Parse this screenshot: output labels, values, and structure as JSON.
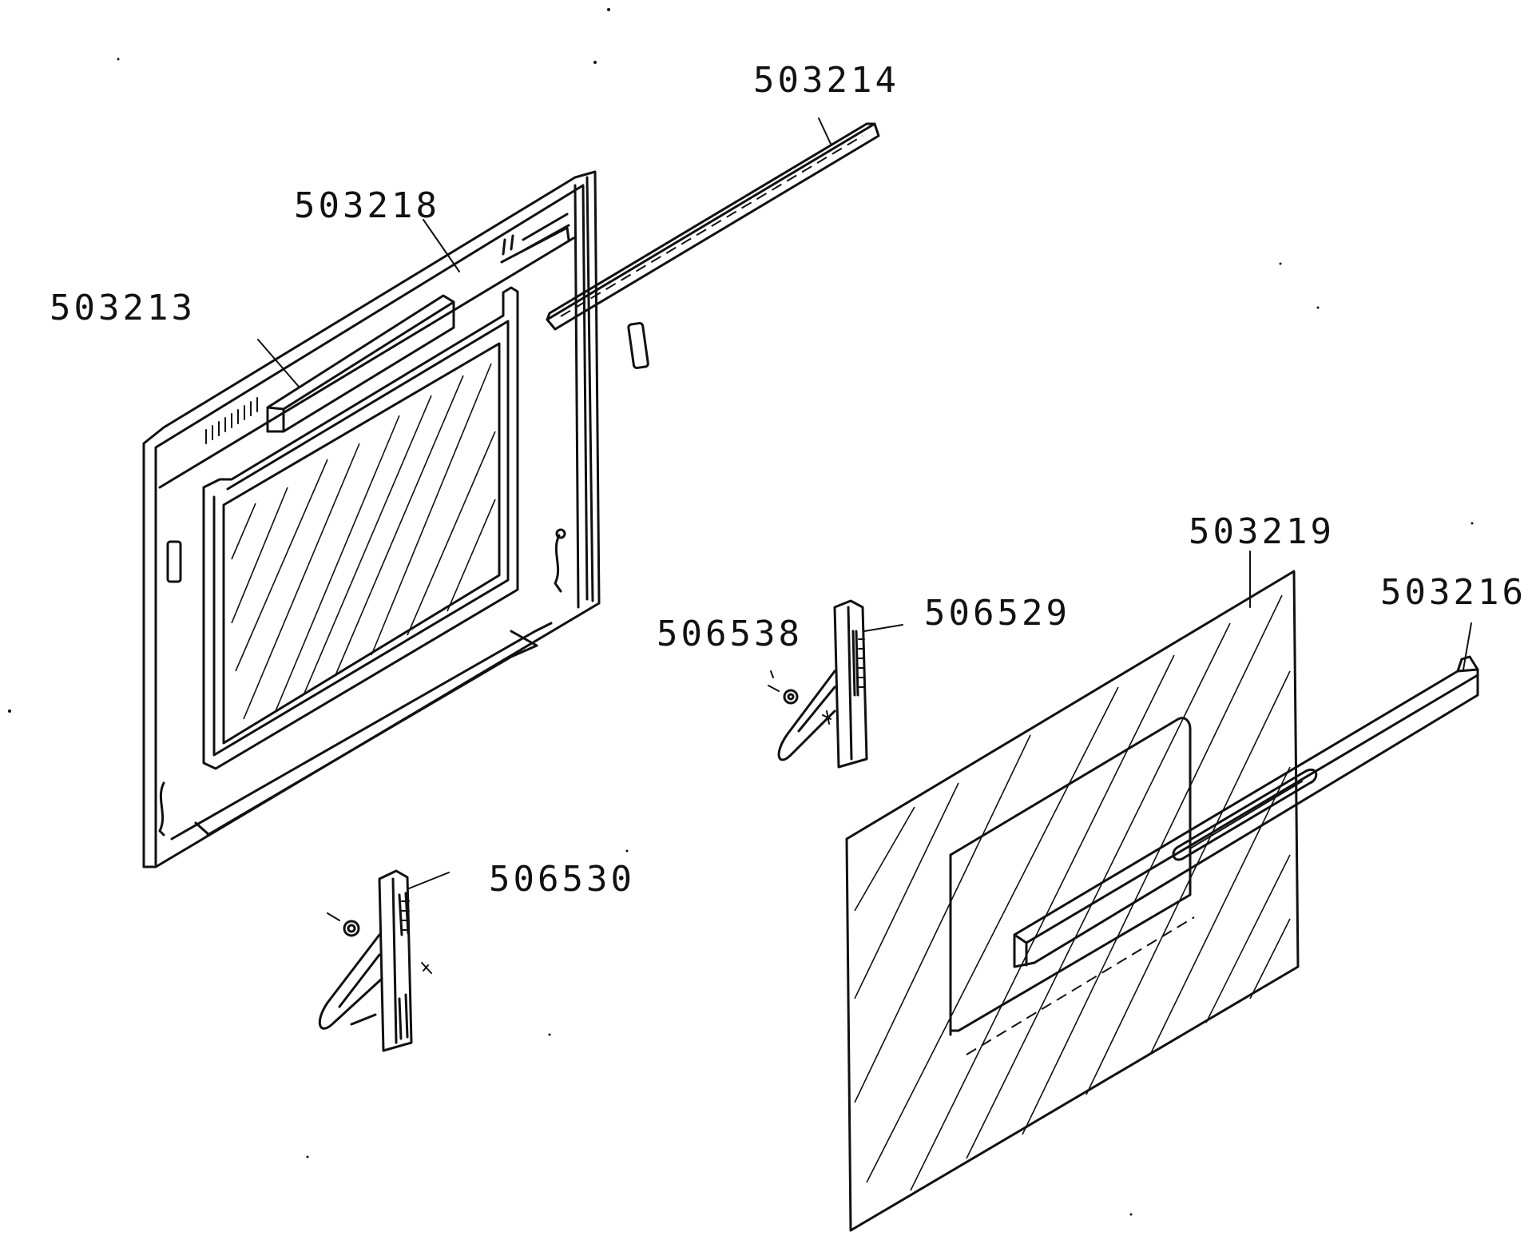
{
  "labels": {
    "p503214": "503214",
    "p503218": "503218",
    "p503213": "503213",
    "p503219": "503219",
    "p503216": "503216",
    "p506538": "506538",
    "p506529": "506529",
    "p506530": "506530"
  },
  "colors": {
    "ink": "#111111",
    "paper": "#ffffff"
  }
}
